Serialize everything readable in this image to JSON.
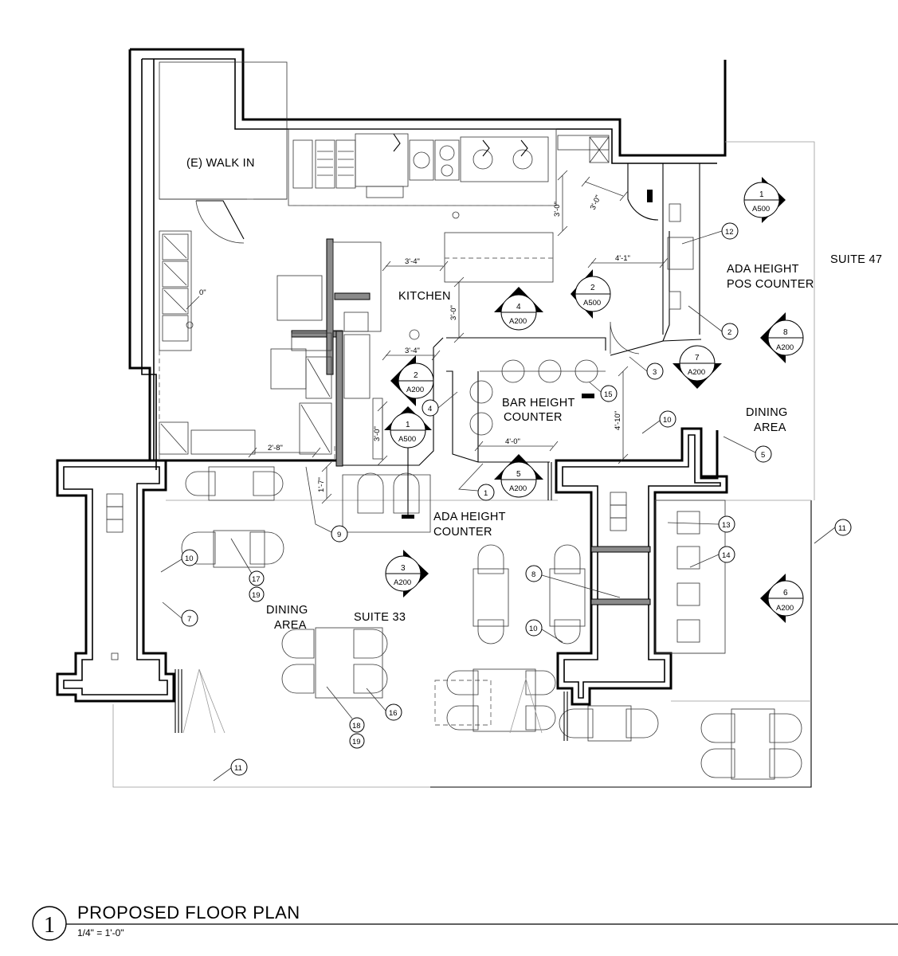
{
  "rooms": {
    "walk_in": "(E) WALK IN",
    "kitchen": "KITCHEN",
    "bar_counter_1": "BAR HEIGHT",
    "bar_counter_2": "COUNTER",
    "ada_pos_1": "ADA HEIGHT",
    "ada_pos_2": "POS COUNTER",
    "suite_47": "SUITE 47",
    "dining_right_1": "DINING",
    "dining_right_2": "AREA",
    "ada_counter_1": "ADA HEIGHT",
    "ada_counter_2": "COUNTER",
    "dining_left_1": "DINING",
    "dining_left_2": "AREA",
    "suite_33": "SUITE 33"
  },
  "dimensions": {
    "d1": "3'-0\"",
    "d2": "3'-0\"",
    "d3": "3'-4\"",
    "d4": "4'-1\"",
    "d5": "0\"",
    "d6": "3'-0\"",
    "d7": "3'-4\"",
    "d8": "4'-10\"",
    "d9": "3'-0\"",
    "d10": "4'-0\"",
    "d11": "2'-8\"",
    "d12": "1'-7\""
  },
  "section_markers": [
    {
      "num": "1",
      "sheet": "A500"
    },
    {
      "num": "2",
      "sheet": "A500"
    },
    {
      "num": "4",
      "sheet": "A200"
    },
    {
      "num": "8",
      "sheet": "A200"
    },
    {
      "num": "7",
      "sheet": "A200"
    },
    {
      "num": "2",
      "sheet": "A200"
    },
    {
      "num": "1",
      "sheet": "A500"
    },
    {
      "num": "5",
      "sheet": "A200"
    },
    {
      "num": "3",
      "sheet": "A200"
    },
    {
      "num": "6",
      "sheet": "A200"
    }
  ],
  "keynotes": [
    "12",
    "2",
    "3",
    "15",
    "4",
    "10",
    "5",
    "1",
    "9",
    "13",
    "14",
    "8",
    "10",
    "10",
    "17",
    "19",
    "7",
    "16",
    "18",
    "19",
    "11",
    "11"
  ],
  "title": {
    "number": "1",
    "name": "PROPOSED FLOOR PLAN",
    "scale": "1/4\" = 1'-0\""
  }
}
